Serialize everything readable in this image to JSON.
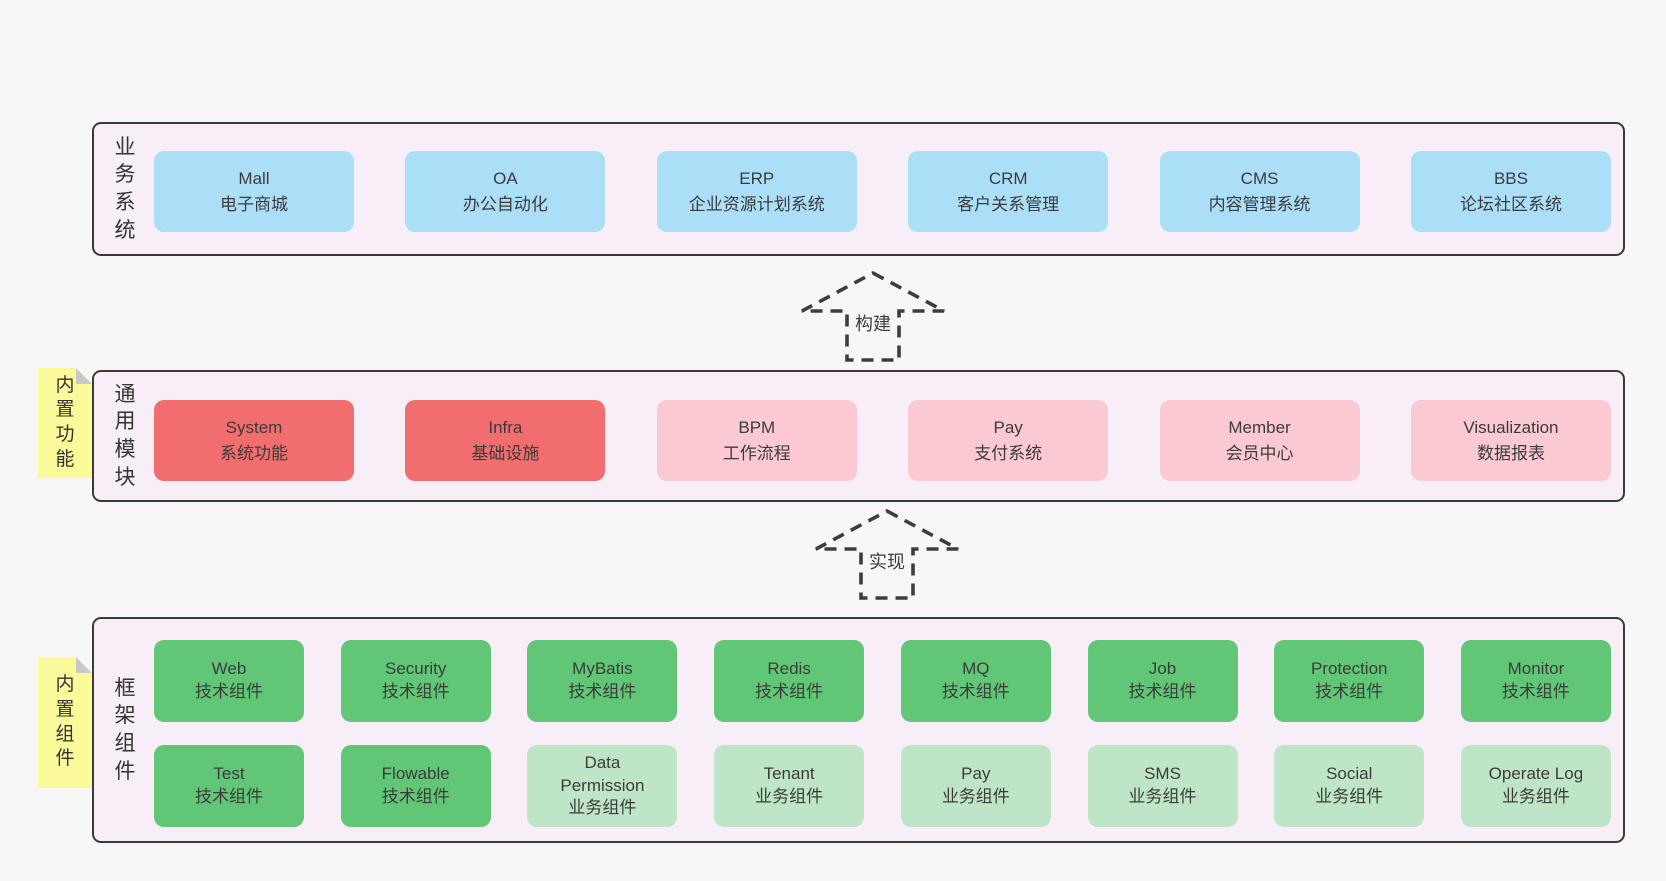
{
  "colors": {
    "page_bg": "#f7f7f7",
    "band_bg": "#f8eef7",
    "band_border": "#3a3a3a",
    "blue_box": "#abdef7",
    "red_box": "#f26d6d",
    "pink_box": "#fbc9d2",
    "green_box": "#61c777",
    "light_green_box": "#bee6c6",
    "sticky_yellow": "#fafa9b",
    "sticky_fold": "#c8c8c8",
    "text": "#3b3b3b"
  },
  "arrows": [
    {
      "label": "构建"
    },
    {
      "label": "实现"
    }
  ],
  "bands": [
    {
      "label": "业务系统",
      "boxes": [
        {
          "title": "Mall",
          "subtitle": "电子商城"
        },
        {
          "title": "OA",
          "subtitle": "办公自动化"
        },
        {
          "title": "ERP",
          "subtitle": "企业资源计划系统"
        },
        {
          "title": "CRM",
          "subtitle": "客户关系管理"
        },
        {
          "title": "CMS",
          "subtitle": "内容管理系统"
        },
        {
          "title": "BBS",
          "subtitle": "论坛社区系统"
        }
      ]
    },
    {
      "label": "通用模块",
      "sticky": "内置功能",
      "boxes": [
        {
          "title": "System",
          "subtitle": "系统功能"
        },
        {
          "title": "Infra",
          "subtitle": "基础设施"
        },
        {
          "title": "BPM",
          "subtitle": "工作流程"
        },
        {
          "title": "Pay",
          "subtitle": "支付系统"
        },
        {
          "title": "Member",
          "subtitle": "会员中心"
        },
        {
          "title": "Visualization",
          "subtitle": "数据报表"
        }
      ]
    },
    {
      "label": "框架组件",
      "sticky": "内置组件",
      "rows": [
        [
          {
            "title": "Web",
            "subtitle": "技术组件"
          },
          {
            "title": "Security",
            "subtitle": "技术组件"
          },
          {
            "title": "MyBatis",
            "subtitle": "技术组件"
          },
          {
            "title": "Redis",
            "subtitle": "技术组件"
          },
          {
            "title": "MQ",
            "subtitle": "技术组件"
          },
          {
            "title": "Job",
            "subtitle": "技术组件"
          },
          {
            "title": "Protection",
            "subtitle": "技术组件"
          },
          {
            "title": "Monitor",
            "subtitle": "技术组件"
          }
        ],
        [
          {
            "title": "Test",
            "subtitle": "技术组件"
          },
          {
            "title": "Flowable",
            "subtitle": "技术组件"
          },
          {
            "title": "Data Permission",
            "subtitle": "业务组件"
          },
          {
            "title": "Tenant",
            "subtitle": "业务组件"
          },
          {
            "title": "Pay",
            "subtitle": "业务组件"
          },
          {
            "title": "SMS",
            "subtitle": "业务组件"
          },
          {
            "title": "Social",
            "subtitle": "业务组件"
          },
          {
            "title": "Operate Log",
            "subtitle": "业务组件"
          }
        ]
      ]
    }
  ]
}
